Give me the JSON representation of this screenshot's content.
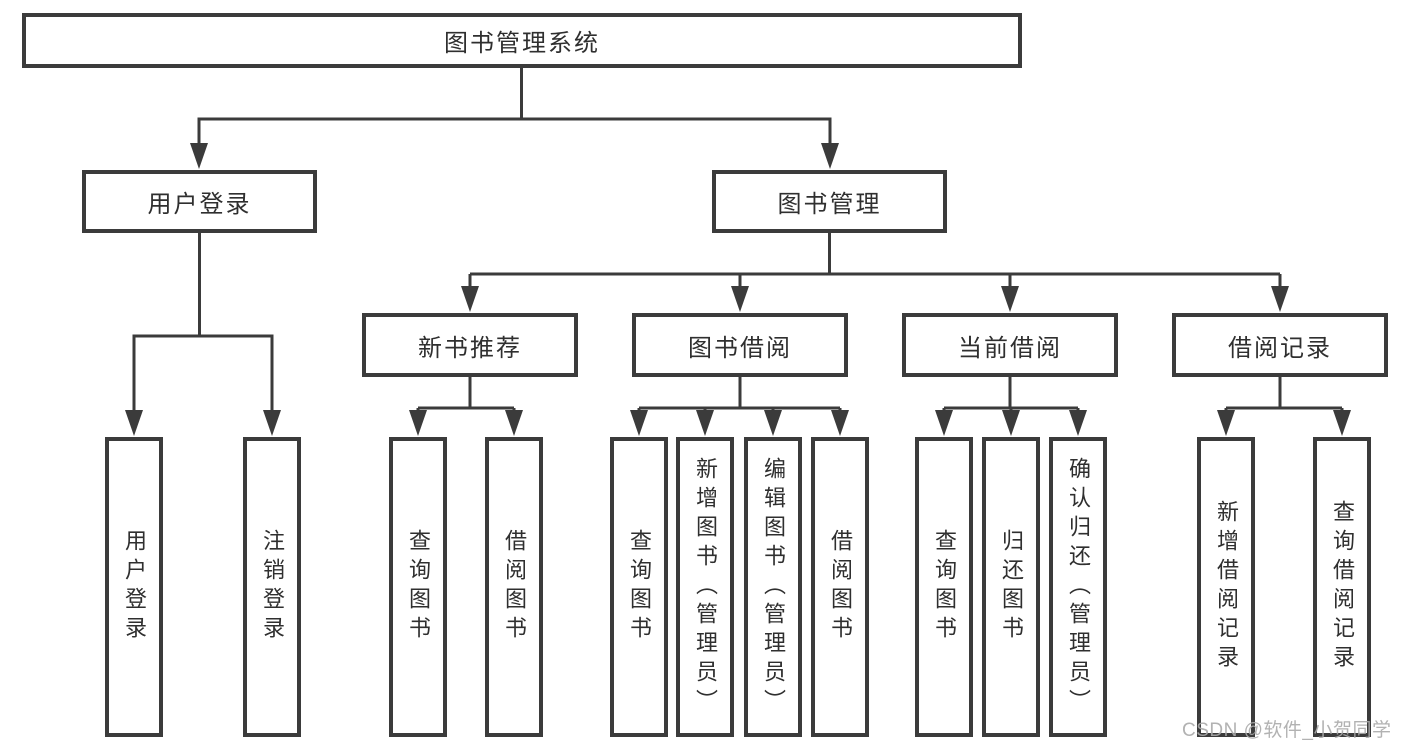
{
  "diagram": {
    "root": {
      "label": "图书管理系统"
    },
    "level2": [
      {
        "label": "用户登录"
      },
      {
        "label": "图书管理"
      }
    ],
    "level3": [
      {
        "label": "新书推荐"
      },
      {
        "label": "图书借阅"
      },
      {
        "label": "当前借阅"
      },
      {
        "label": "借阅记录"
      }
    ],
    "leaves": {
      "user_login": [
        {
          "label": "用户登录"
        },
        {
          "label": "注销登录"
        }
      ],
      "new_book": [
        {
          "label": "查询图书"
        },
        {
          "label": "借阅图书"
        }
      ],
      "book_borrow": [
        {
          "label": "查询图书"
        },
        {
          "label": "新增图书（管理员）"
        },
        {
          "label": "编辑图书（管理员）"
        },
        {
          "label": "借阅图书"
        }
      ],
      "current_borrow": [
        {
          "label": "查询图书"
        },
        {
          "label": "归还图书"
        },
        {
          "label": "确认归还（管理员）"
        }
      ],
      "borrow_records": [
        {
          "label": "新增借阅记录"
        },
        {
          "label": "查询借阅记录"
        }
      ]
    },
    "watermark": "CSDN @软件_小贺同学",
    "colors": {
      "line": "#3b3b3b",
      "box_border": "#3b3b3b",
      "text": "#2f2f2f",
      "watermark": "#aaaaaa",
      "background": "#ffffff"
    }
  }
}
